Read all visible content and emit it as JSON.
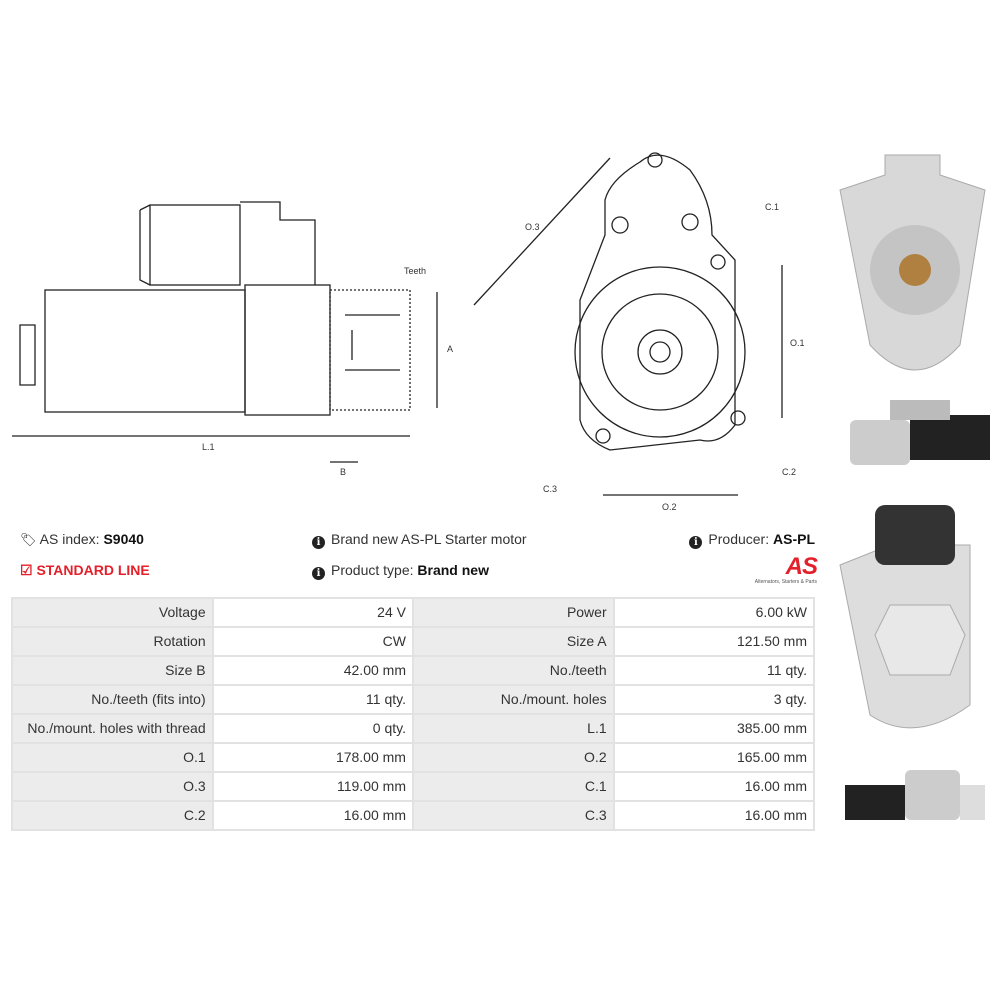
{
  "drawing_labels": {
    "teeth": "Teeth",
    "a": "A",
    "b": "B",
    "l1": "L.1",
    "o1": "O.1",
    "o2": "O.2",
    "o3": "O.3",
    "c1": "C.1",
    "c2": "C.2",
    "c3": "C.3"
  },
  "info": {
    "as_index_label": "AS index:",
    "as_index_value": "S9040",
    "standard_line": "STANDARD LINE",
    "description": "Brand new AS-PL Starter motor",
    "product_type_label": "Product type:",
    "product_type_value": "Brand new",
    "producer_label": "Producer:",
    "producer_value": "AS-PL",
    "logo_text": "AS",
    "logo_tagline": "Alternators, Starters & Parts"
  },
  "colors": {
    "accent": "#e4202a"
  },
  "specs": [
    [
      "Voltage",
      "24 V",
      "Power",
      "6.00 kW"
    ],
    [
      "Rotation",
      "CW",
      "Size A",
      "121.50 mm"
    ],
    [
      "Size B",
      "42.00 mm",
      "No./teeth",
      "11 qty."
    ],
    [
      "No./teeth (fits into)",
      "11 qty.",
      "No./mount. holes",
      "3 qty."
    ],
    [
      "No./mount. holes with thread",
      "0 qty.",
      "L.1",
      "385.00 mm"
    ],
    [
      "O.1",
      "178.00 mm",
      "O.2",
      "165.00 mm"
    ],
    [
      "O.3",
      "119.00 mm",
      "C.1",
      "16.00 mm"
    ],
    [
      "C.2",
      "16.00 mm",
      "C.3",
      "16.00 mm"
    ]
  ]
}
